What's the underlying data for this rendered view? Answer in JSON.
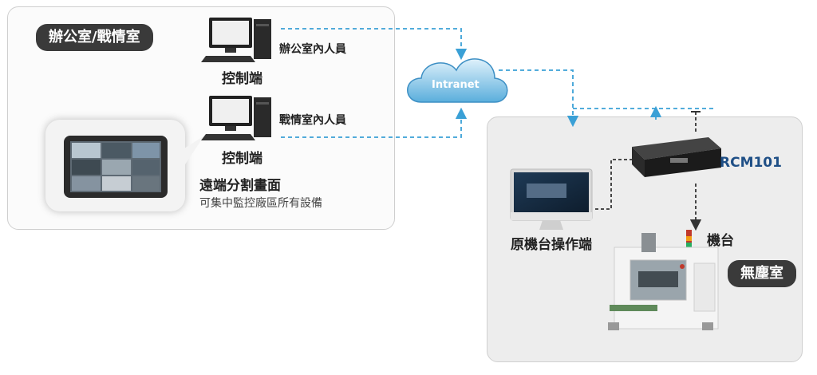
{
  "office": {
    "title": "辦公室/戰情室",
    "pc1_person": "辦公室內人員",
    "pc1_label": "控制端",
    "pc2_person": "戰情室內人員",
    "pc2_label": "控制端",
    "split_title": "遠端分割畫面",
    "split_desc": "可集中監控廠區所有設備"
  },
  "network": {
    "cloud_label": "Intranet"
  },
  "cleanroom": {
    "title": "無塵室",
    "device_label": "RCM101",
    "console_label": "原機台操作端",
    "machine_label": "機台"
  },
  "colors": {
    "network_line": "#3aa0d6",
    "local_line": "#333333",
    "pill_bg": "#3a3a3a",
    "device_text": "#1f4f86"
  }
}
